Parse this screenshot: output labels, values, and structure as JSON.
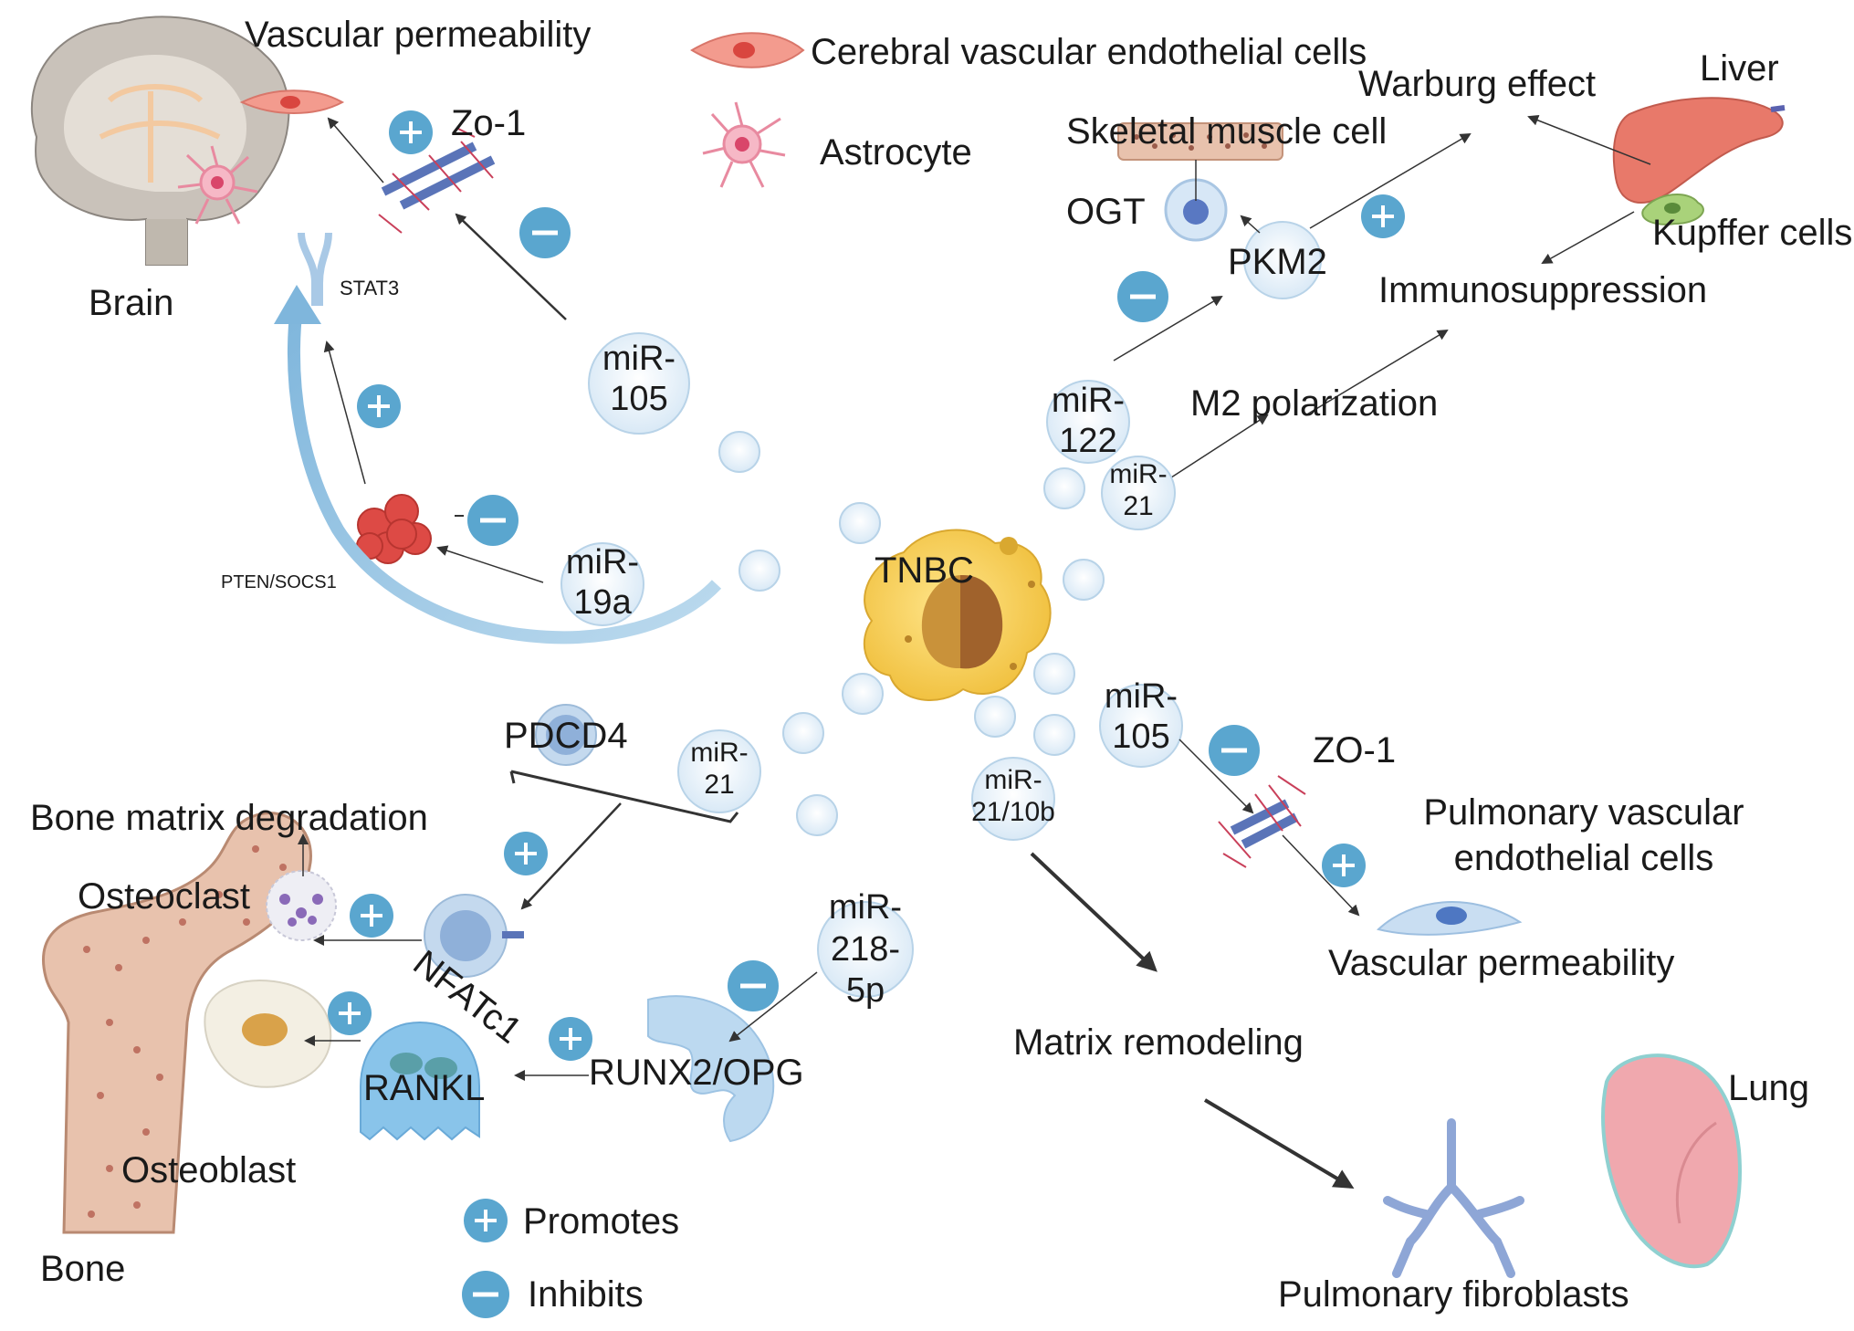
{
  "labels": {
    "vascular_permeability_brain": "Vascular permeability",
    "zo1_brain": "Zo-1",
    "brain": "Brain",
    "stat3": "STAT3",
    "pten_socs1": "PTEN/SOCS1",
    "cerebral_endothelial": "Cerebral vascular endothelial cells",
    "astrocyte": "Astrocyte",
    "warburg": "Warburg effect",
    "liver": "Liver",
    "skeletal_muscle": "Skeletal muscle cell",
    "ogt": "OGT",
    "pkm2": "PKM2",
    "kupffer": "Kupffer cells",
    "immunosuppression": "Immunosuppression",
    "m2_polarization": "M2 polarization",
    "tnbc": "TNBC",
    "pdcd4": "PDCD4",
    "bone_matrix": "Bone matrix degradation",
    "osteoclast": "Osteoclast",
    "nfatc1": "NFATc1",
    "rankl": "RANKL",
    "runx2_opg": "RUNX2/OPG",
    "osteoblast": "Osteoblast",
    "bone": "Bone",
    "zo1_lung": "ZO-1",
    "pulmonary_endothelial_1": "Pulmonary vascular",
    "pulmonary_endothelial_2": "endothelial cells",
    "vascular_permeability_lung": "Vascular permeability",
    "matrix_remodeling": "Matrix remodeling",
    "lung": "Lung",
    "pulmonary_fibroblasts": "Pulmonary fibroblasts"
  },
  "vesicles": {
    "mir105_brain": [
      "miR-",
      "105"
    ],
    "mir19a": [
      "miR-",
      "19a"
    ],
    "mir122": [
      "miR-",
      "122"
    ],
    "mir21_liver": [
      "miR-",
      "21"
    ],
    "mir105_lung": [
      "miR-",
      "105"
    ],
    "mir21_10b": [
      "miR-",
      "21/10b"
    ],
    "mir21_bone": [
      "miR-",
      "21"
    ],
    "mir218": [
      "miR-",
      "218-",
      "5p"
    ]
  },
  "legend": {
    "promotes": "Promotes",
    "inhibits": "Inhibits"
  },
  "colors": {
    "sign_fill": "#5aa6cf",
    "arrow": "#333333",
    "curved_arrow": "#8fc1e0",
    "vesicle_fill": "#e6f1fa",
    "vesicle_stroke": "#b8d3e8",
    "tnbc_fill": "#f3c94d",
    "tnbc_nucleus": "#a0622c"
  }
}
